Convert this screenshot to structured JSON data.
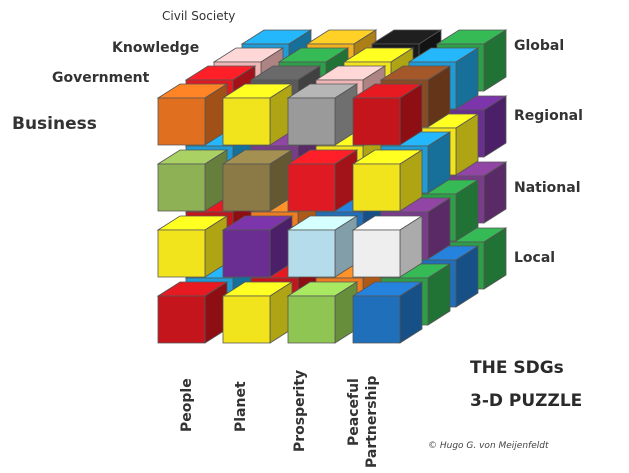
{
  "labels": {
    "sector_depth": [
      "Civil Society",
      "Knowledge",
      "Government",
      "Business"
    ],
    "levels": [
      "Global",
      "Regional",
      "National",
      "Local"
    ],
    "dimensions": [
      "People",
      "Planet",
      "Prosperity",
      "Peaceful",
      "Partnership"
    ]
  },
  "title": [
    "THE SDGs",
    "3-D PUZZLE"
  ],
  "credit": "© Hugo G. von Meijenfeldt",
  "front_face": [
    [
      "#e07020",
      "#f2e41c",
      "#9a9a9a",
      "#c4151c"
    ],
    [
      "#8fb155",
      "#8b7a45",
      "#e01a22",
      "#f2e41c"
    ],
    [
      "#f2e41c",
      "#6a2d91",
      "#b5dcea",
      "#eeeeee"
    ],
    [
      "#c4151c",
      "#f2e41c",
      "#8fc552",
      "#1f6fbb"
    ]
  ],
  "back_layers": [
    [
      [
        "#e01a22",
        "#5a5a5a",
        "#f0b6b6",
        "#8b4a22"
      ],
      [
        "#1f9bd5",
        "#7b3b8c",
        "#f2e41c",
        "#1f9bd5"
      ],
      [
        "#c4151c",
        "#f07c22",
        "#1f6fbb",
        "#7b3b8c"
      ],
      [
        "#1f9bd5",
        "#c4151c",
        "#f07c22",
        "#2e9e49"
      ]
    ],
    [
      [
        "#f0b6b6",
        "#2e9e49",
        "#f2e41c",
        "#1f9bd5"
      ],
      [
        "#e07020",
        "#8fb155",
        "#3a3a3a",
        "#f2e41c"
      ],
      [
        "#f2e41c",
        "#f07c22",
        "#b5dcea",
        "#2e9e49"
      ],
      [
        "#7b3b8c",
        "#1f6fbb",
        "#c4151c",
        "#1f6fbb"
      ]
    ],
    [
      [
        "#1f9bd5",
        "#f0b020",
        "#1a1a1a",
        "#2e9e49"
      ],
      [
        "#2e9e49",
        "#7b3b8c",
        "#c4151c",
        "#6a2d91"
      ],
      [
        "#1f6fbb",
        "#f07c22",
        "#b5dcea",
        "#7b3b8c"
      ],
      [
        "#c4151c",
        "#2e9e49",
        "#e8e8e8",
        "#2e9e49"
      ]
    ]
  ]
}
